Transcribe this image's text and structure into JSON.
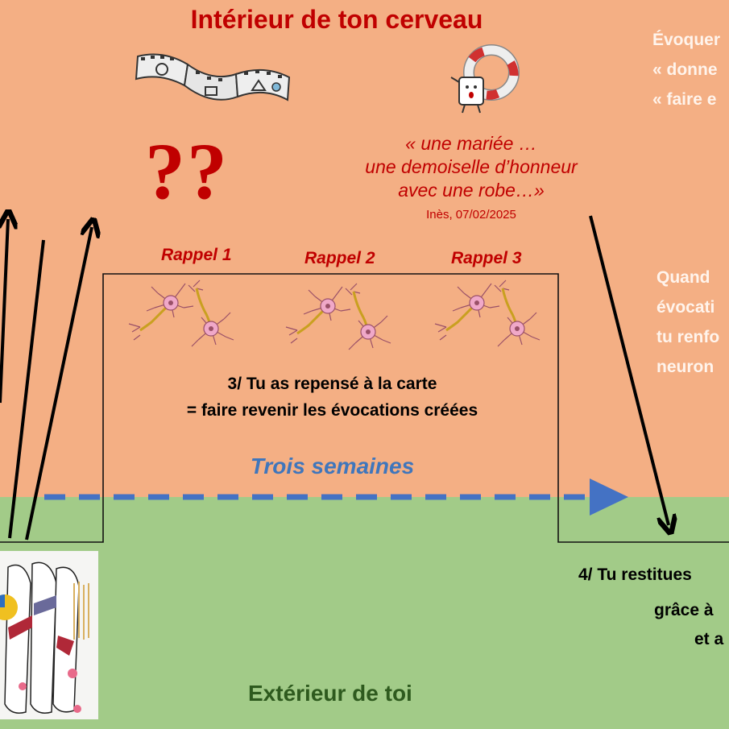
{
  "title": "Intérieur de ton cerveau",
  "question_marks": "??",
  "quote": {
    "line1": "« une mariée …",
    "line2": "une demoiselle d’honneur",
    "line3": "avec une robe…»",
    "author": "Inès, 07/02/2025"
  },
  "rappels": [
    "Rappel 1",
    "Rappel 2",
    "Rappel 3"
  ],
  "step3": {
    "line1": "3/ Tu as repensé à la carte",
    "line2": "= faire revenir les évocations créées"
  },
  "duration": "Trois semaines",
  "right_top": {
    "line1": "Évoquer",
    "line2": "« donne",
    "line3": "« faire e"
  },
  "right_middle": {
    "line1": "Quand",
    "line2": "évocati",
    "line3": "tu renfo",
    "line4": "neuron"
  },
  "step4": {
    "line1": "4/ Tu restitues",
    "line2": "grâce à",
    "line3": "et a"
  },
  "bottom_label": "Extérieur de toi",
  "icons": [
    "film-strip-icon",
    "lifebuoy-character-icon",
    "neuron-pair-icon",
    "card-photo"
  ],
  "colors": {
    "inside_background": "#F4AF84",
    "outside_background": "#A2CB88",
    "accent_red": "#C00000",
    "timeline_blue": "#4472C4",
    "duration_blue": "#3F76BC",
    "outside_label": "#2E5A1E"
  }
}
